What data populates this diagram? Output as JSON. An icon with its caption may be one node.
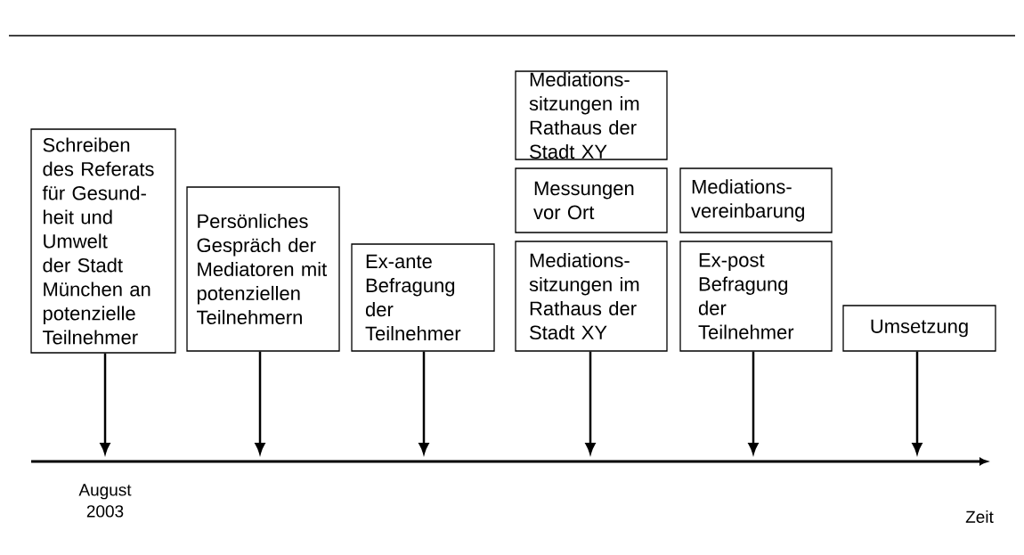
{
  "diagram": {
    "nodes": [
      {
        "text": [
          "Schreiben des Referats für Gesund- heit und Umwelt der Stadt München an potenzielle Teilnehmer"
        ]
      },
      {
        "text": [
          "Persönliches Gespräch der Mediatoren mit potenziellen Teilnehmern"
        ]
      },
      {
        "text": [
          "Ex-ante Befragung der Teilnehmer"
        ]
      },
      {
        "text": [
          "Mediations- sitzungen im Rathaus der Stadt XY"
        ]
      },
      {
        "text": [
          "Messungen vor Ort"
        ]
      },
      {
        "text": [
          "Mediations- sitzungen im Rathaus der Stadt XY"
        ]
      },
      {
        "text": [
          "Mediations- vereinbarung"
        ]
      },
      {
        "text": [
          "Ex-post Befragung der Teilnehmer"
        ]
      },
      {
        "text": [
          "Umsetzung"
        ]
      }
    ],
    "edges": [
      {
        "from": 0,
        "to": null,
        "arrow": "to"
      },
      {
        "from": 1,
        "to": null,
        "arrow": "to"
      },
      {
        "from": 2,
        "to": null,
        "arrow": "to"
      },
      {
        "from": 5,
        "to": null,
        "arrow": "to"
      },
      {
        "from": 7,
        "to": null,
        "arrow": "to"
      },
      {
        "from": 8,
        "to": null,
        "arrow": "to"
      }
    ],
    "labels": [
      "August 2003",
      "Zeit"
    ]
  }
}
